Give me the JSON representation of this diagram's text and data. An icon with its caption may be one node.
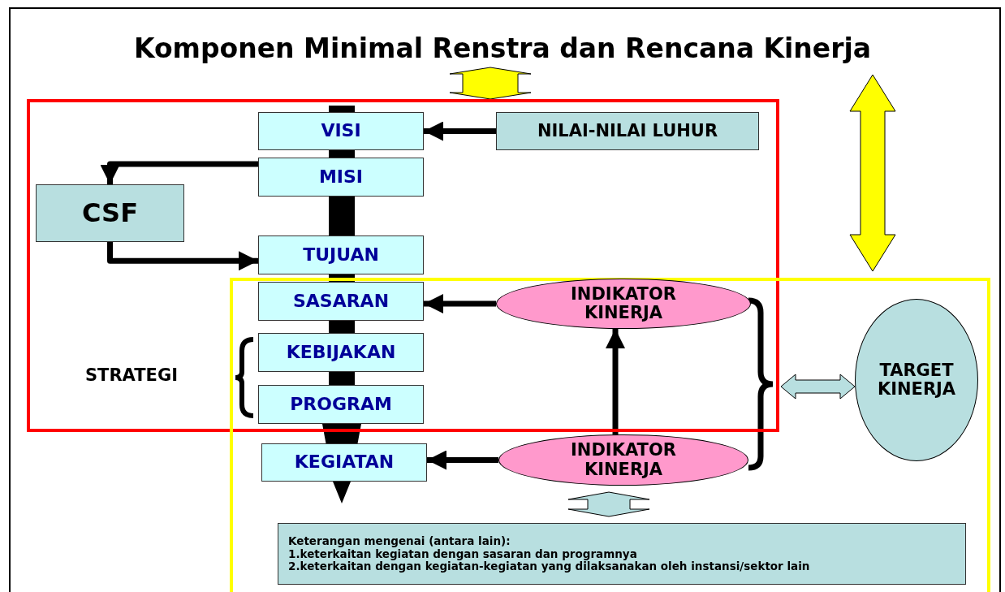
{
  "diagram": {
    "title": "Komponen Minimal Renstra dan Rencana Kinerja",
    "nodes": [
      {
        "text": [],
        "shape": "box"
      },
      {
        "text": [],
        "shape": "box"
      },
      {
        "text": [
          "VISI"
        ],
        "in": 0
      },
      {
        "text": [
          "NILAI-NILAI LUHUR"
        ],
        "in": 0
      },
      {
        "text": [
          "MISI"
        ],
        "in": 0
      },
      {
        "text": [
          "CSF"
        ],
        "in": 0
      },
      {
        "text": [
          "TUJUAN"
        ],
        "in": 0
      },
      {
        "text": [
          "SASARAN"
        ]
      },
      {
        "text": [
          "INDIKATOR KINERJA"
        ]
      },
      {
        "text": [
          "KEBIJAKAN"
        ]
      },
      {
        "text": [
          "PROGRAM"
        ]
      },
      {
        "text": [
          "KEGIATAN"
        ],
        "in": 1
      },
      {
        "text": [
          "INDIKATOR KINERJA"
        ],
        "in": 1
      },
      {
        "text": [
          "TARGET KINERJA"
        ],
        "in": 1
      },
      {
        "text": [
          "Keterangan mengenai (antara lain):",
          "1.keterkaitan kegiatan dengan sasaran dan programnya",
          "2.keterkaitan dengan kegiatan-kegiatan yang dilaksanakan oleh instansi/sektor lain"
        ],
        "in": 1
      }
    ],
    "edges": [
      {
        "from": 3,
        "to": 2,
        "arrow": "to"
      },
      {
        "from": 4,
        "to": 5,
        "arrow": "to"
      },
      {
        "from": 5,
        "to": 6,
        "arrow": "to"
      },
      {
        "from": 8,
        "to": 7,
        "arrow": "to"
      },
      {
        "from": 12,
        "to": 8,
        "arrow": "to"
      },
      {
        "from": 12,
        "to": 11,
        "arrow": "to"
      },
      {
        "from": null,
        "to": 13,
        "arrow": "both",
        "style": "thick",
        "color": "#b8dfe0"
      },
      {
        "from": 12,
        "to": 14,
        "arrow": "both",
        "style": "thick",
        "color": "#b8dfe0"
      },
      {
        "from": null,
        "to": 0,
        "arrow": "both",
        "style": "thick",
        "color": "#ffff00"
      },
      {
        "from": null,
        "to": 1,
        "arrow": "both",
        "style": "thick",
        "color": "#ffff00"
      }
    ],
    "labels": [
      "STRATEGI"
    ]
  }
}
